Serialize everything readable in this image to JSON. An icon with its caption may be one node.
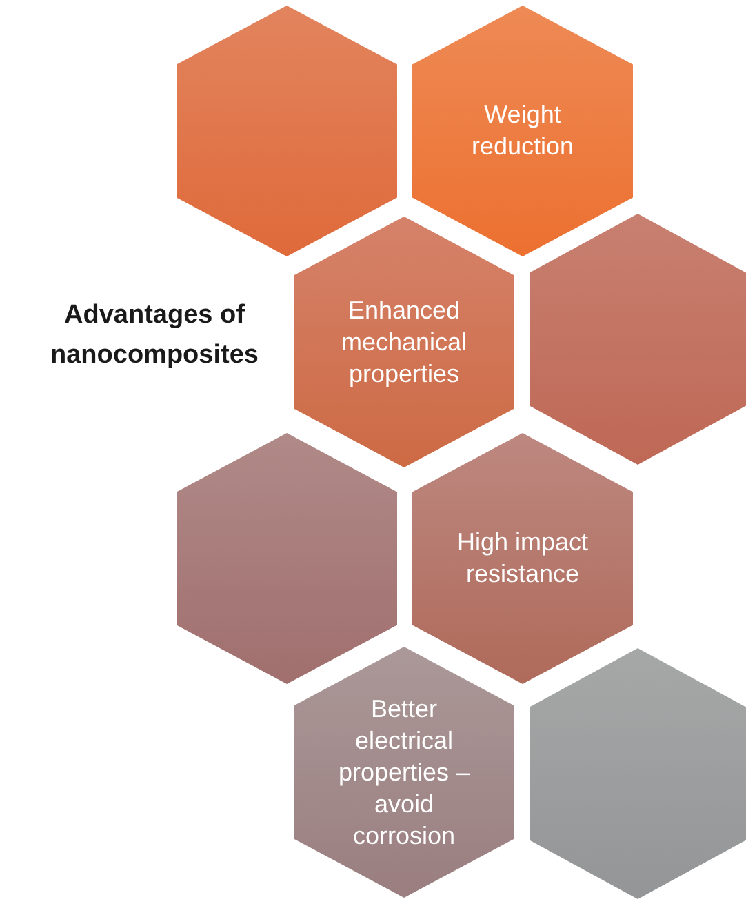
{
  "diagram": {
    "title": "Advantages of nanocomposites",
    "nodes": [
      {
        "text": [],
        "shape": "hexagon"
      },
      {
        "text": [
          "Weight reduction"
        ]
      },
      {
        "text": [
          "Enhanced mechanical properties"
        ]
      },
      {
        "text": [],
        "shape": "hexagon"
      },
      {
        "text": [],
        "shape": "hexagon"
      },
      {
        "text": [
          "High impact resistance"
        ]
      },
      {
        "text": [
          "Better electrical properties – avoid corrosion"
        ]
      },
      {
        "text": [],
        "shape": "hexagon"
      }
    ]
  }
}
